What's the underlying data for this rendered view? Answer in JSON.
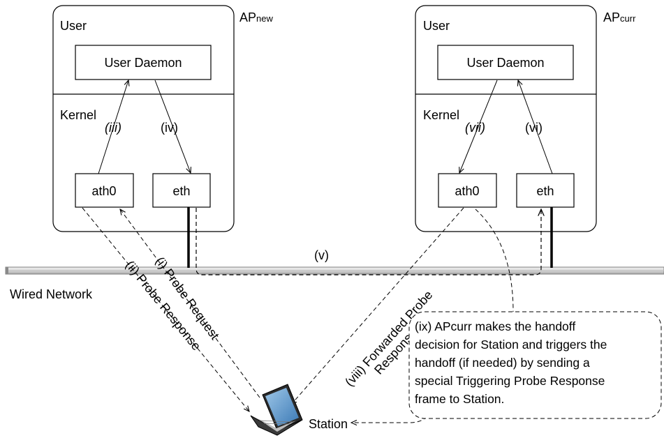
{
  "ap_new": {
    "title_main": "AP",
    "title_sub": "new",
    "user_label": "User",
    "daemon_label": "User Daemon",
    "kernel_label": "Kernel",
    "ath_label": "ath0",
    "eth_label": "eth",
    "arrow_up_label": "(iii)",
    "arrow_down_label": "(iv)"
  },
  "ap_curr": {
    "title_main": "AP",
    "title_sub": "curr",
    "user_label": "User",
    "daemon_label": "User Daemon",
    "kernel_label": "Kernel",
    "ath_label": "ath0",
    "eth_label": "eth",
    "arrow_down_label": "(vii)",
    "arrow_up_label": "(vi)"
  },
  "wired": {
    "label": "Wired Network",
    "path_label": "(v)"
  },
  "wireless": {
    "probe_request": "(i) Probe Request",
    "probe_response": "(ii) Probe Response",
    "forwarded_line1": "(viii) Forwarded Probe",
    "forwarded_line2": "Response"
  },
  "station": {
    "label": "Station"
  },
  "note": {
    "lines": [
      "(ix) APcurr makes the handoff",
      "decision for Station and triggers the",
      "handoff (if needed) by sending a",
      "special Triggering Probe Response",
      "frame to Station."
    ]
  }
}
